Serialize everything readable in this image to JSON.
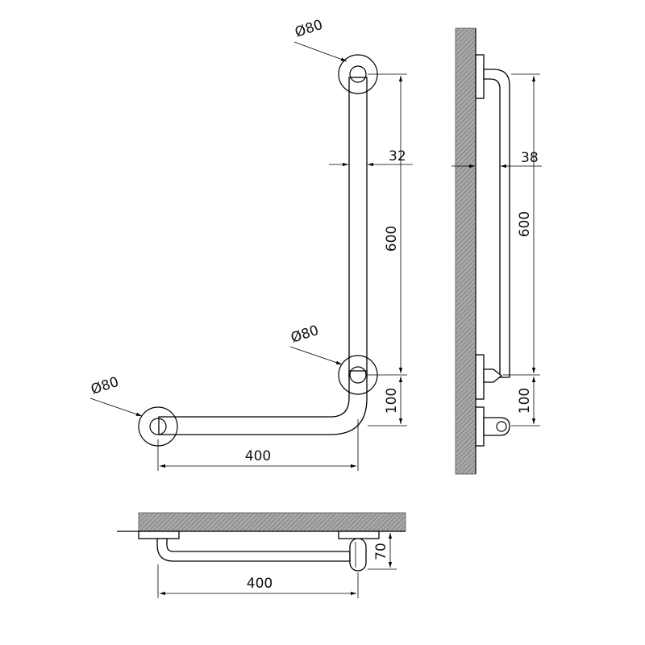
{
  "front_view": {
    "dia_top": "Ø80",
    "dia_corner": "Ø80",
    "dia_left": "Ø80",
    "gap_32": "32",
    "height_600": "600",
    "offset_100": "100",
    "width_400": "400"
  },
  "side_view": {
    "proj_38": "38",
    "height_600": "600",
    "offset_100": "100"
  },
  "top_view": {
    "depth_70": "70",
    "width_400": "400"
  },
  "colors": {
    "line": "#000000",
    "wall_hatch": "#9a9a9a",
    "background": "#ffffff"
  }
}
